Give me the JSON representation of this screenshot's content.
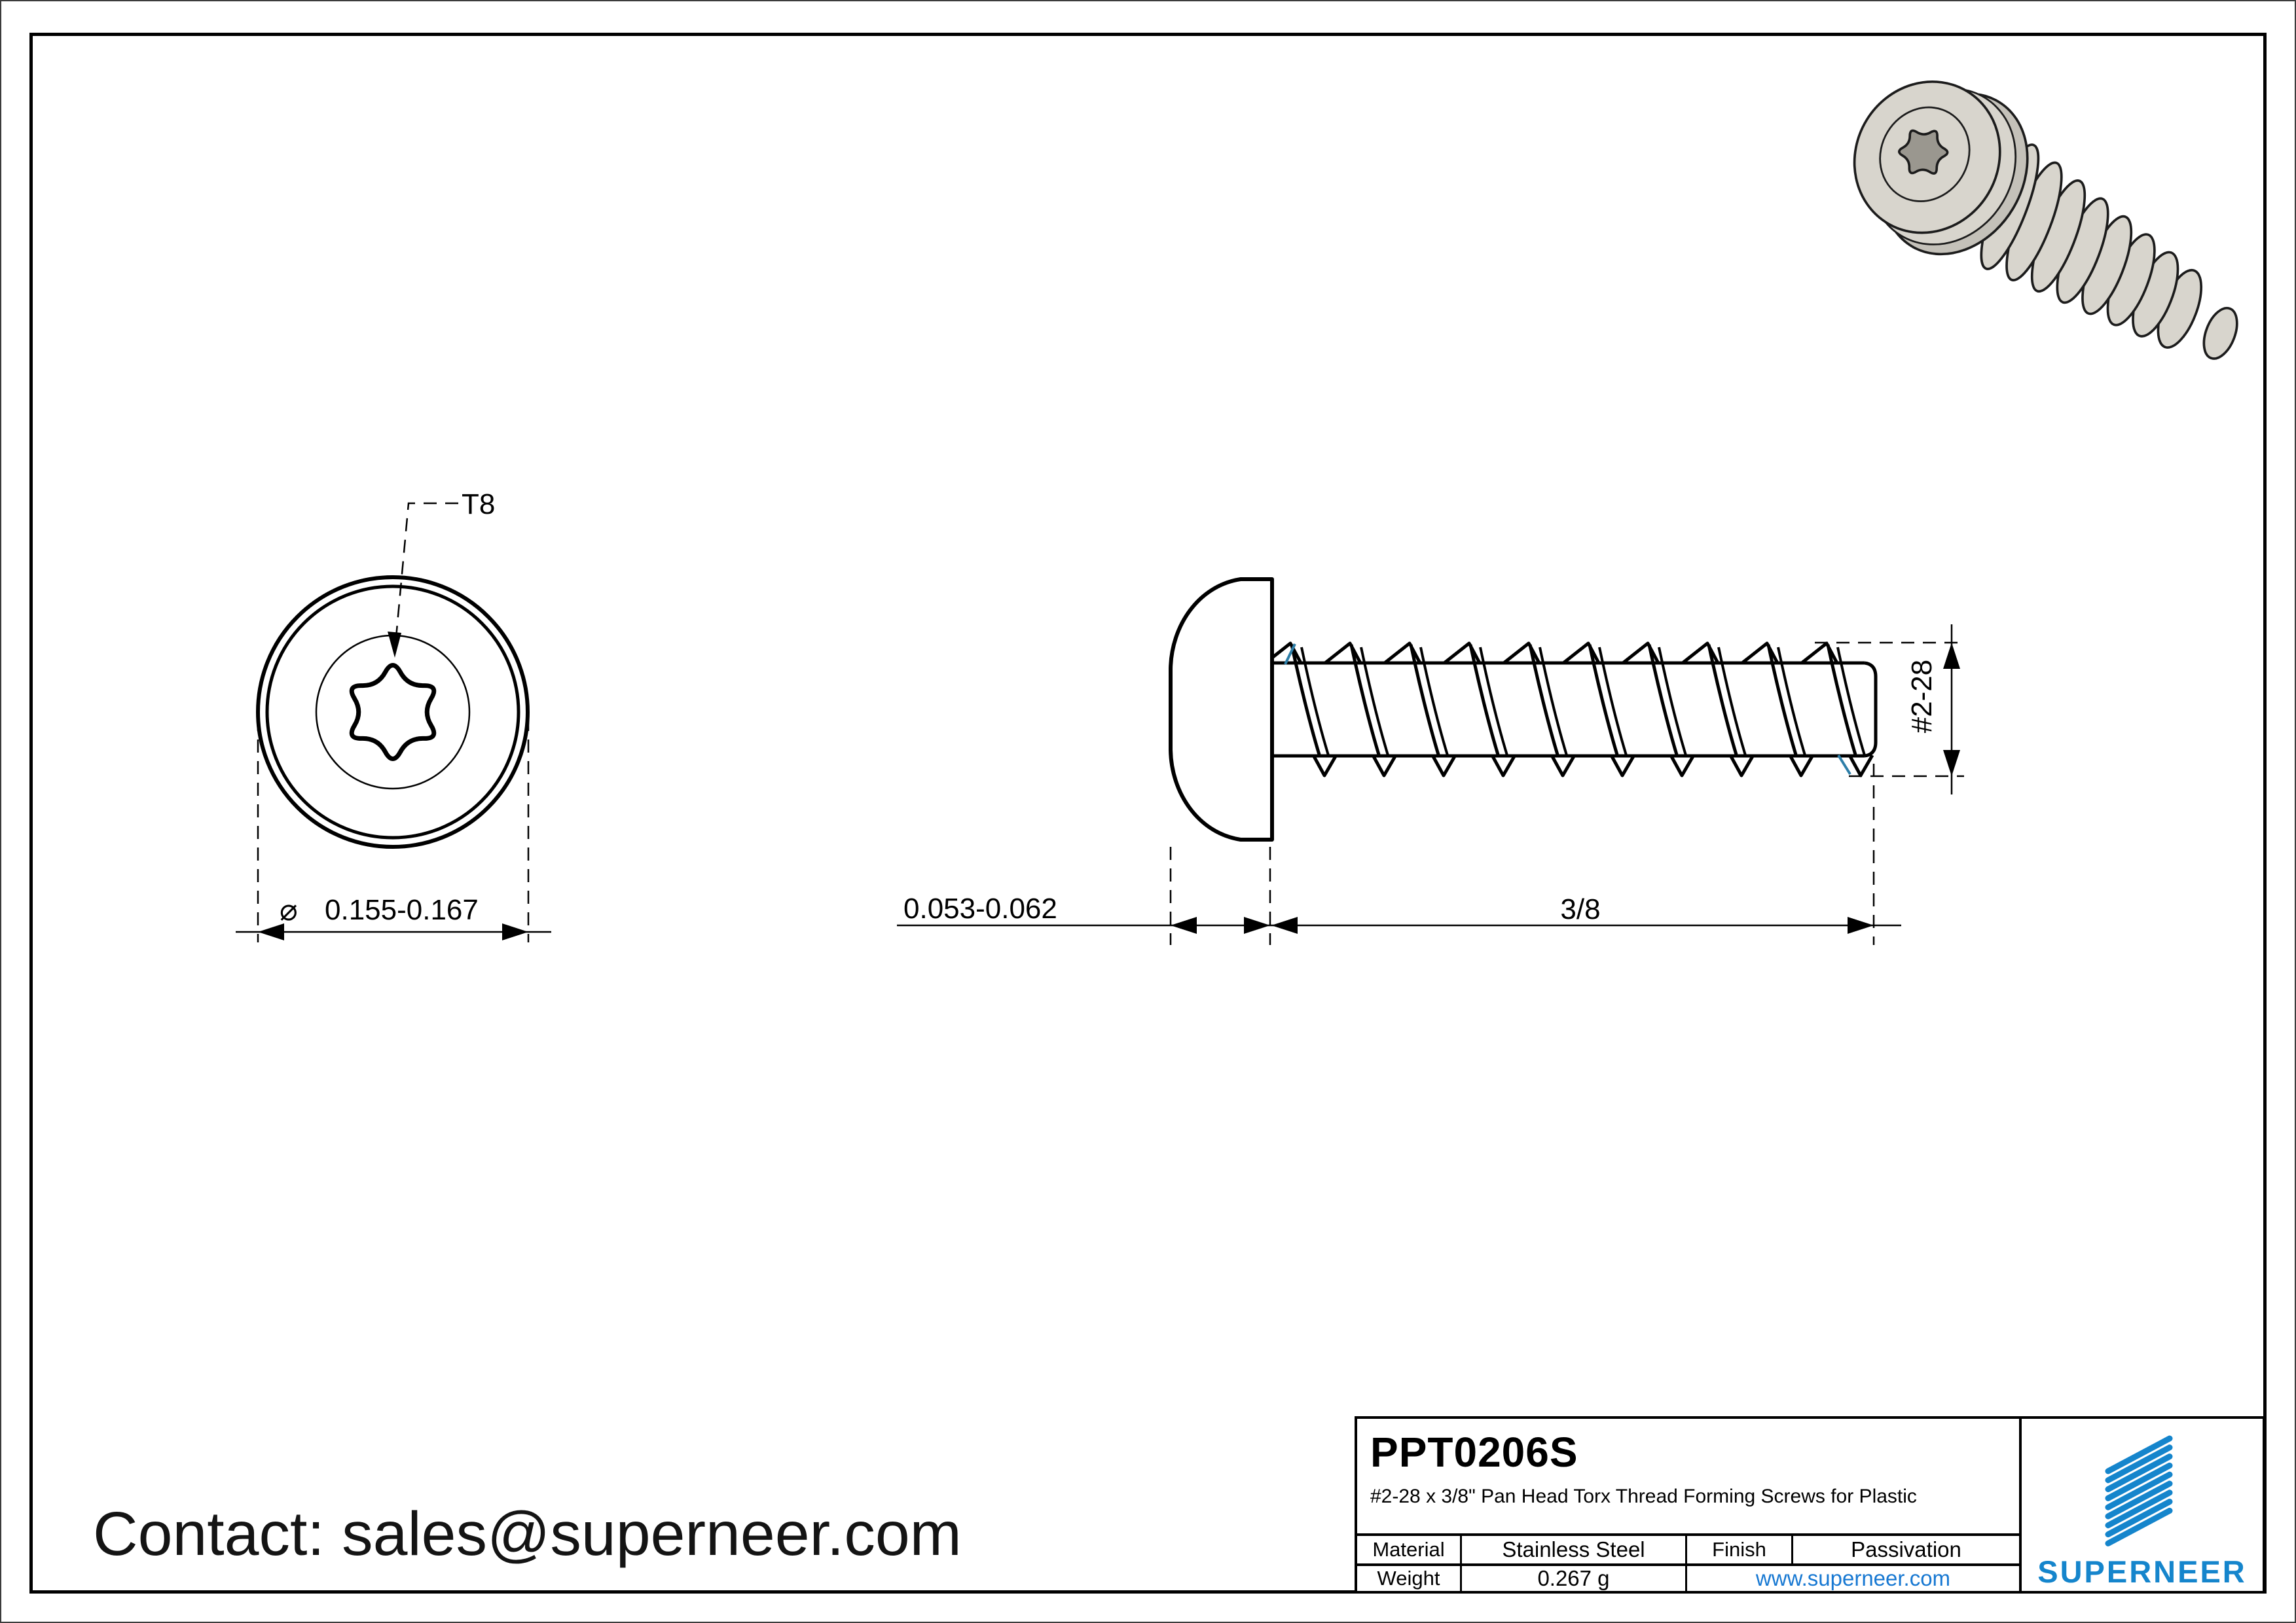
{
  "contact": {
    "label": "Contact: sales@superneer.com"
  },
  "front_view": {
    "drive_label": "T8",
    "diameter_symbol": "⌀",
    "diameter_dim": "0.155-0.167"
  },
  "side_view": {
    "head_height_dim": "0.053-0.062",
    "length_dim": "3/8",
    "thread_dim": "#2-28"
  },
  "title_block": {
    "part_number": "PPT0206S",
    "description": "#2-28 x 3/8\" Pan Head Torx Thread Forming Screws for Plastic",
    "material_label": "Material",
    "material_value": "Stainless Steel",
    "finish_label": "Finish",
    "finish_value": "Passivation",
    "weight_label": "Weight",
    "weight_value": "0.267 g",
    "website": "www.superneer.com",
    "brand": "SUPERNEER"
  },
  "colors": {
    "brand_blue": "#1585cc",
    "link_blue": "#1778d2",
    "edge_highlight_blue": "#2d7ea8",
    "drawing_line": "#000000",
    "metal_light": "#d8d5cd",
    "metal_mid": "#b9b6ae",
    "page_background": "#ffffff"
  }
}
